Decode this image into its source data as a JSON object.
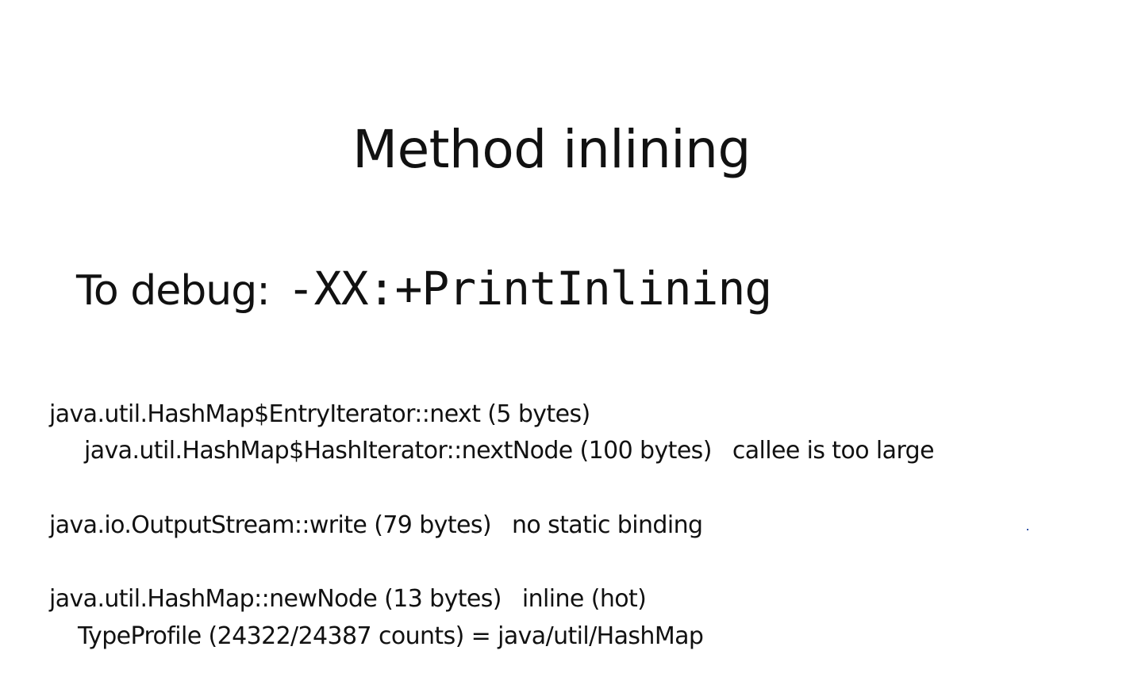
{
  "slide": {
    "title": "Method inlining",
    "debug": {
      "label": "To debug:",
      "flag": "-XX:+PrintInlining"
    },
    "log_lines": [
      {
        "method": "java.util.HashMap$EntryIterator::next (5 bytes)",
        "note": ""
      },
      {
        "method": "java.util.HashMap$HashIterator::nextNode (100 bytes)",
        "note": "callee is too large"
      },
      {
        "method": "java.io.OutputStream::write (79 bytes)",
        "note": "no static binding"
      },
      {
        "method": "java.util.HashMap::newNode (13 bytes)",
        "note": "inline (hot)"
      },
      {
        "method": "TypeProfile (24322/24387 counts) = java/util/HashMap",
        "note": ""
      }
    ]
  }
}
